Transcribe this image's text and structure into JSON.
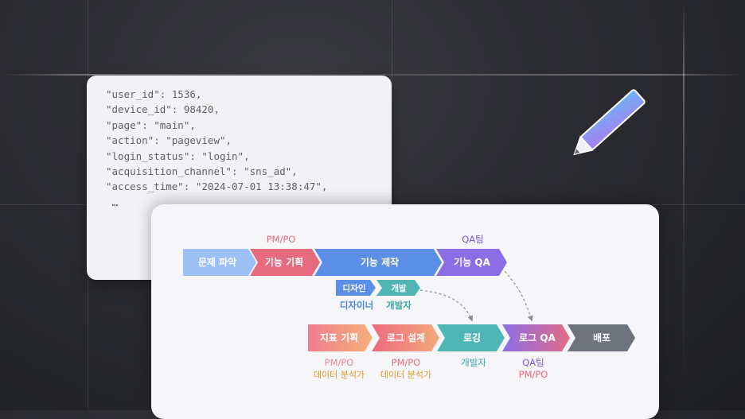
{
  "code_snippet": {
    "lines": [
      "\"user_id\": 1536,",
      "\"device_id\": 98420,",
      "\"page\": \"main\",",
      "\"action\": \"pageview\",",
      "\"login_status\": \"login\",",
      "\"acquisition_channel\": \"sns_ad\",",
      "\"access_time\": \"2024-07-01 13:38:47\",",
      " …"
    ]
  },
  "process_diagram": {
    "top_row": {
      "steps": [
        "문제 파악",
        "기능 기획",
        "기능 제작",
        "기능 QA"
      ],
      "owners_above": {
        "feature_planning": "PM/PO",
        "feature_qa": "QA팀"
      },
      "sub_steps": [
        "디자인",
        "개발"
      ],
      "sub_owners": [
        "디자이너",
        "개발자"
      ]
    },
    "bottom_row": {
      "steps": [
        "지표 기획",
        "로그 설계",
        "로깅",
        "로그 QA",
        "배포"
      ],
      "owners": {
        "metric_planning": [
          "PM/PO",
          "데이터 분석가"
        ],
        "log_design": [
          "PM/PO",
          "데이터 분석가"
        ],
        "logging": [
          "개발자"
        ],
        "log_qa": [
          "QA팀",
          "PM/PO"
        ]
      }
    },
    "colors": {
      "problem": "#9ec1f5",
      "planning": "#e66b7f",
      "build": "#5b8fe6",
      "qa": "#8b6ee6",
      "design": "#5b8fe6",
      "dev": "#4fb6b5",
      "deploy": "#6d727d",
      "pm_text": "#e66b7f",
      "analyst_text": "#d99a2b",
      "dev_text": "#3aa8a7",
      "qa_text": "#7a55d9",
      "designer_text": "#4a86dc"
    }
  },
  "decor": {
    "pencil": "pencil-icon"
  }
}
